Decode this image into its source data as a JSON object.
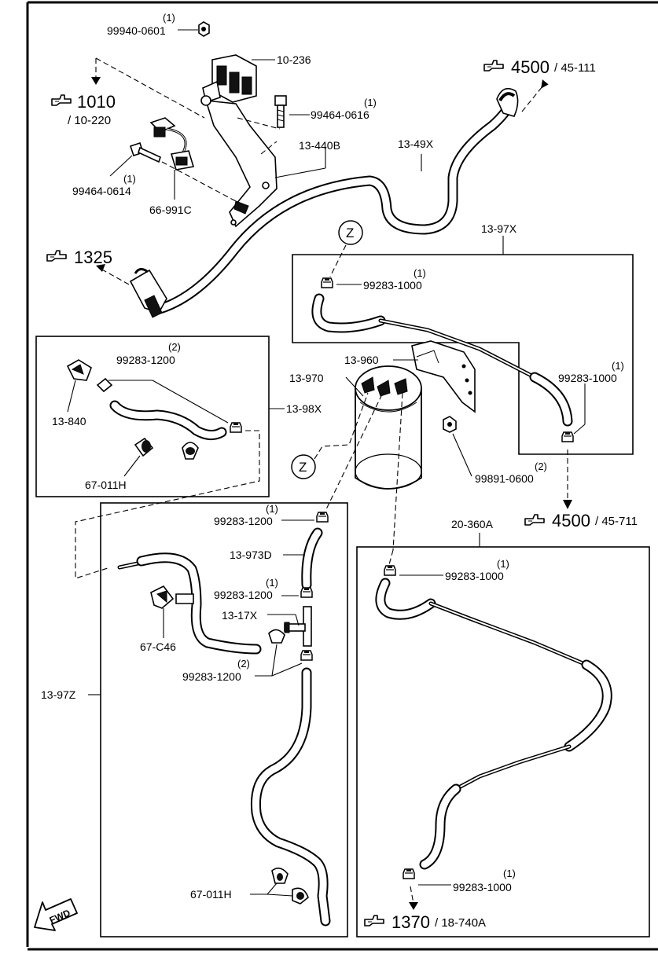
{
  "labels": {
    "p99940": "99940-0601",
    "p99940_qty": "(1)",
    "p10236": "10-236",
    "p99464_0616": "99464-0616",
    "p99464_0616_qty": "(1)",
    "p99464_0614": "99464-0614",
    "p99464_0614_qty": "(1)",
    "p66991c": "66-991C",
    "p13440b": "13-440B",
    "p1349x": "13-49X",
    "p1397x": "13-97X",
    "p99283_1000_a": "99283-1000",
    "p99283_1000_a_qty": "(1)",
    "p99283_1000_b": "99283-1000",
    "p99283_1000_b_qty": "(1)",
    "p99283_1200_a": "99283-1200",
    "p99283_1200_a_qty": "(2)",
    "p13840": "13-840",
    "p67011h_a": "67-011H",
    "p1398x": "13-98X",
    "p13960": "13-960",
    "p13970": "13-970",
    "p99891": "99891-0600",
    "p99891_qty": "(2)",
    "p99283_1200_b": "99283-1200",
    "p99283_1200_b_qty": "(1)",
    "p13973d": "13-973D",
    "p99283_1200_c": "99283-1200",
    "p99283_1200_c_qty": "(1)",
    "p1317x": "13-17X",
    "p67c46": "67-C46",
    "p99283_1200_d": "99283-1200",
    "p99283_1200_d_qty": "(2)",
    "p1397z": "13-97Z",
    "p67011h_b": "67-011H",
    "p20360a": "20-360A",
    "p99283_1000_c": "99283-1000",
    "p99283_1000_c_qty": "(1)",
    "p99283_1000_d": "99283-1000",
    "p99283_1000_d_qty": "(1)",
    "zone_a": "Z",
    "zone_b": "Z",
    "fwd": "FWD"
  },
  "references": {
    "r1010_main": "1010",
    "r1010_sub": "/ 10-220",
    "r4500_top_main": "4500",
    "r4500_top_sub": "/ 45-111",
    "r1325_main": "1325",
    "r4500_mid_main": "4500",
    "r4500_mid_sub": "/ 45-711",
    "r1370_main": "1370",
    "r1370_sub": "/ 18-740A"
  },
  "icons": {
    "reference": "pointing-hand-icon",
    "forward": "fwd-arrow-icon"
  }
}
